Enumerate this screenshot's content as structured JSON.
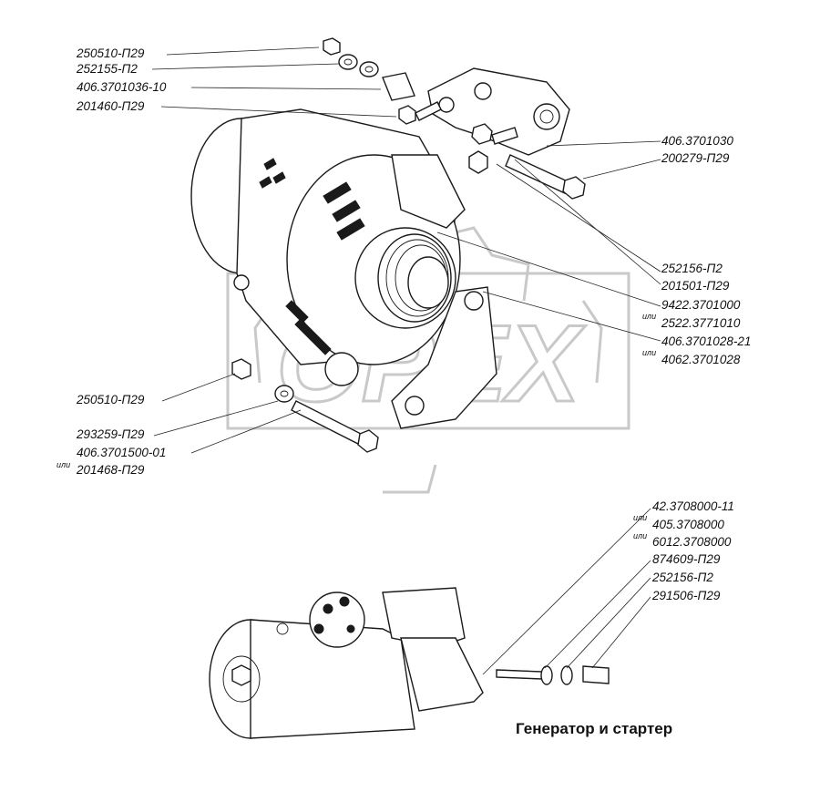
{
  "watermark": {
    "text": "OPEX"
  },
  "labels": {
    "l1": "250510-П29",
    "l2": "252155-П2",
    "l3": "406.3701036-10",
    "l4": "201460-П29",
    "r1": "406.3701030",
    "r2": "200279-П29",
    "r3": "252156-П2",
    "r4": "201501-П29",
    "r5": "9422.3701000",
    "r6": "2522.3771010",
    "r7": "406.3701028-21",
    "r8": "4062.3701028",
    "bl1": "250510-П29",
    "bl2": "293259-П29",
    "bl3": "406.3701500-01",
    "bl4": "201468-П29",
    "s1": "42.3708000-11",
    "s2": "405.3708000",
    "s3": "6012.3708000",
    "s4": "874609-П29",
    "s5": "252156-П2",
    "s6": "291506-П29"
  },
  "ili": "или",
  "caption": "Генератор и стартер"
}
